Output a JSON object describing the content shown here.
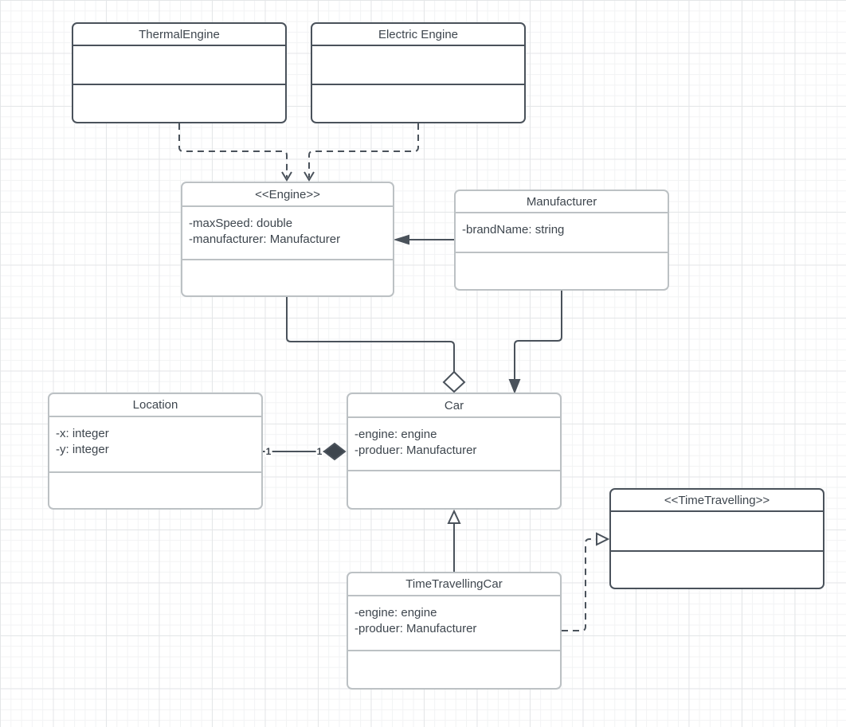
{
  "diagram": {
    "type": "uml-class-diagram",
    "classes": [
      {
        "id": "thermal-engine",
        "title": "ThermalEngine",
        "attributes": []
      },
      {
        "id": "electric-engine",
        "title": "Electric Engine",
        "attributes": []
      },
      {
        "id": "engine-interface",
        "title": "<<Engine>>",
        "attributes": [
          "-maxSpeed: double",
          "-manufacturer: Manufacturer"
        ]
      },
      {
        "id": "manufacturer",
        "title": "Manufacturer",
        "attributes": [
          "-brandName: string"
        ]
      },
      {
        "id": "location",
        "title": "Location",
        "attributes": [
          "-x: integer",
          "-y: integer"
        ]
      },
      {
        "id": "car",
        "title": "Car",
        "attributes": [
          "-engine: engine",
          "-produer: Manufacturer"
        ]
      },
      {
        "id": "timetravelling-car",
        "title": "TimeTravellingCar",
        "attributes": [
          "-engine: engine",
          "-produer: Manufacturer"
        ]
      },
      {
        "id": "timetravelling-interface",
        "title": "<<TimeTravelling>>",
        "attributes": []
      }
    ],
    "relationships": [
      {
        "from": "ThermalEngine",
        "to": "<<Engine>>",
        "type": "realization-dashed-open-arrow"
      },
      {
        "from": "Electric Engine",
        "to": "<<Engine>>",
        "type": "realization-dashed-open-arrow"
      },
      {
        "from": "Manufacturer",
        "to": "<<Engine>>",
        "type": "directed-association-filled-arrow"
      },
      {
        "from": "<<Engine>>",
        "to": "Car",
        "type": "aggregation-hollow-diamond"
      },
      {
        "from": "Manufacturer",
        "to": "Car",
        "type": "directed-association-filled-arrow"
      },
      {
        "from": "Location",
        "to": "Car",
        "type": "composition-filled-diamond",
        "source_multiplicity": "1",
        "target_multiplicity": "1"
      },
      {
        "from": "TimeTravellingCar",
        "to": "Car",
        "type": "generalization-hollow-triangle"
      },
      {
        "from": "TimeTravellingCar",
        "to": "<<TimeTravelling>>",
        "type": "realization-dashed-hollow-triangle"
      }
    ],
    "colors": {
      "stroke_dark": "#4a525b",
      "stroke_light": "#bcc1c4",
      "text": "#3e464e",
      "background": "#ffffff",
      "grid_minor": "#f2f3f4",
      "grid_major": "#e4e6e8"
    }
  }
}
